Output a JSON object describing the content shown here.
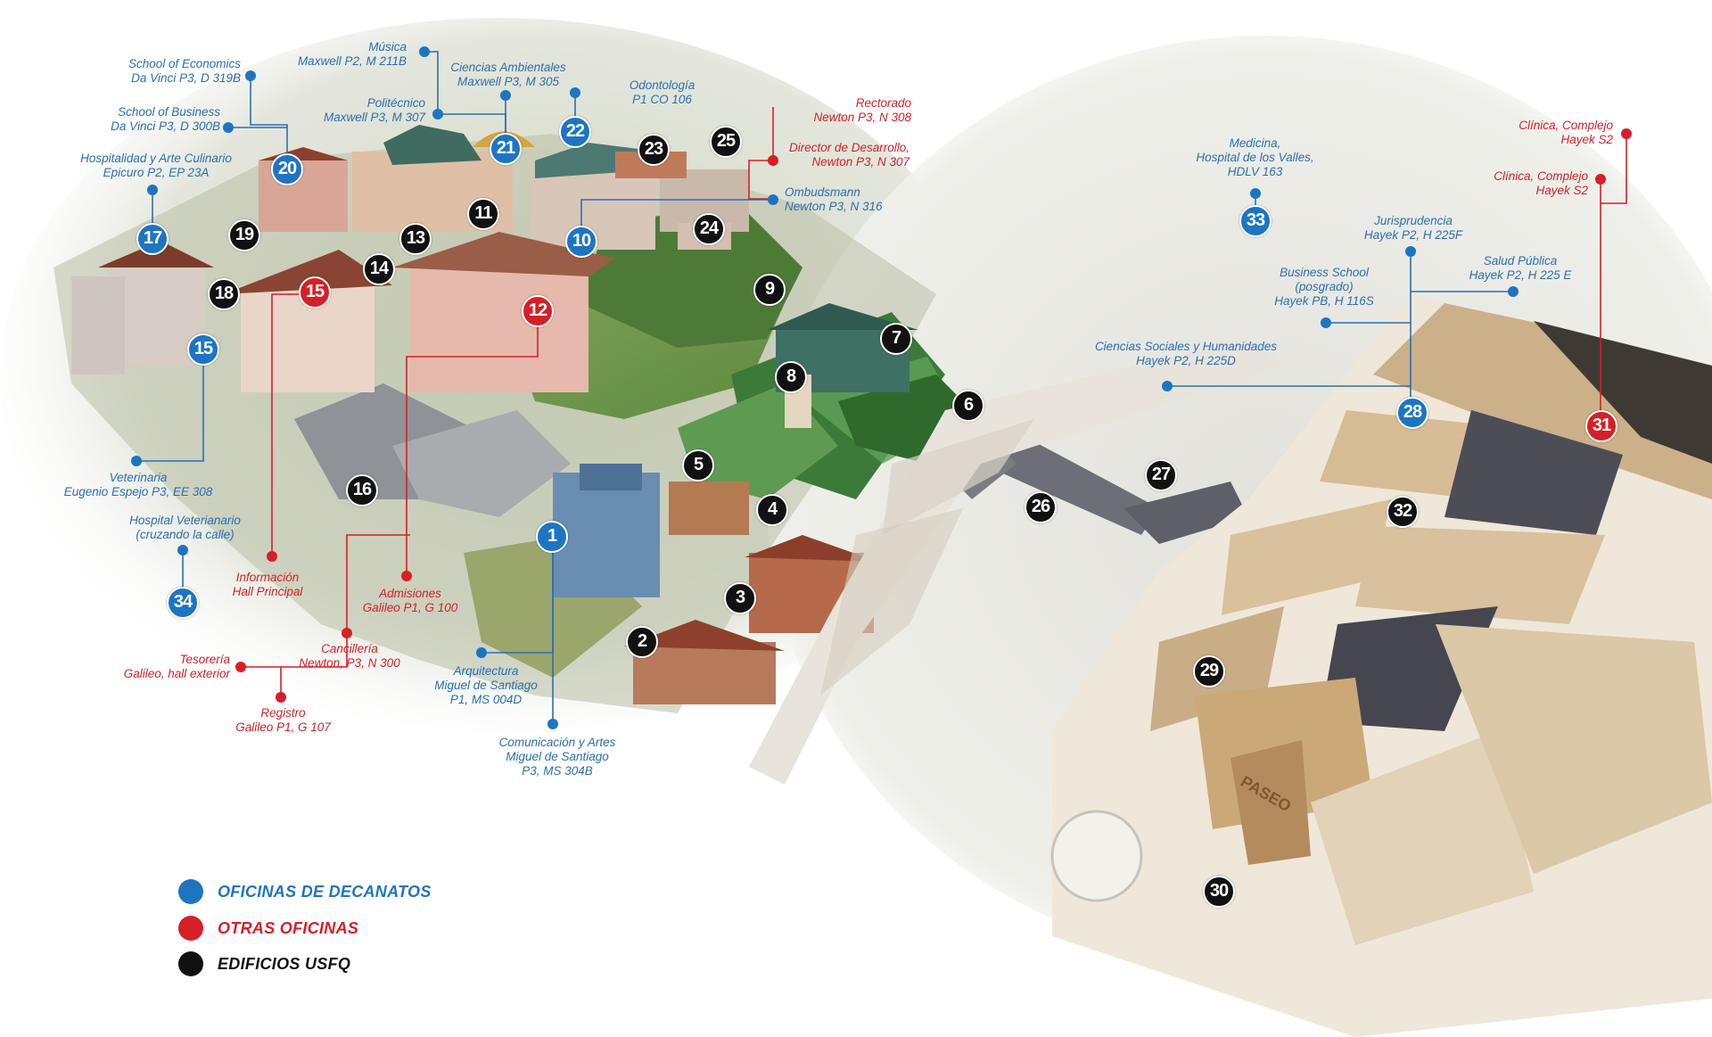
{
  "colors": {
    "decanato": "#1d75c2",
    "otras": "#d61f26",
    "edificio": "#111111",
    "label_blue": "#2a6fb1",
    "label_red": "#d61f26"
  },
  "legend": [
    {
      "label": "OFICINAS DE DECANATOS",
      "color": "#1d75c2"
    },
    {
      "label": "OTRAS OFICINAS",
      "color": "#d61f26"
    },
    {
      "label": "EDIFICIOS USFQ",
      "color": "#111111"
    }
  ],
  "markers": [
    {
      "number": "1",
      "type": "decanato"
    },
    {
      "number": "2",
      "type": "edificio"
    },
    {
      "number": "3",
      "type": "edificio"
    },
    {
      "number": "4",
      "type": "edificio"
    },
    {
      "number": "5",
      "type": "edificio"
    },
    {
      "number": "6",
      "type": "edificio"
    },
    {
      "number": "7",
      "type": "edificio"
    },
    {
      "number": "8",
      "type": "edificio"
    },
    {
      "number": "9",
      "type": "edificio"
    },
    {
      "number": "10",
      "type": "decanato"
    },
    {
      "number": "11",
      "type": "edificio"
    },
    {
      "number": "12",
      "type": "otras"
    },
    {
      "number": "13",
      "type": "edificio"
    },
    {
      "number": "14",
      "type": "edificio"
    },
    {
      "number": "15",
      "type": "decanato"
    },
    {
      "number": "15",
      "type": "otras"
    },
    {
      "number": "16",
      "type": "edificio"
    },
    {
      "number": "17",
      "type": "decanato"
    },
    {
      "number": "18",
      "type": "edificio"
    },
    {
      "number": "19",
      "type": "edificio"
    },
    {
      "number": "20",
      "type": "decanato"
    },
    {
      "number": "21",
      "type": "decanato"
    },
    {
      "number": "22",
      "type": "decanato"
    },
    {
      "number": "23",
      "type": "edificio"
    },
    {
      "number": "24",
      "type": "edificio"
    },
    {
      "number": "25",
      "type": "edificio"
    },
    {
      "number": "26",
      "type": "edificio"
    },
    {
      "number": "27",
      "type": "edificio"
    },
    {
      "number": "28",
      "type": "decanato"
    },
    {
      "number": "29",
      "type": "edificio"
    },
    {
      "number": "30",
      "type": "edificio"
    },
    {
      "number": "31",
      "type": "otras"
    },
    {
      "number": "32",
      "type": "edificio"
    },
    {
      "number": "33",
      "type": "decanato"
    },
    {
      "number": "34",
      "type": "decanato"
    }
  ],
  "labels": [
    {
      "lines": [
        "School of Economics",
        "Da Vinci P3, D 319B"
      ],
      "type": "decanato"
    },
    {
      "lines": [
        "School of Business",
        "Da Vinci P3, D 300B"
      ],
      "type": "decanato"
    },
    {
      "lines": [
        "Hospitalidad y Arte Culinario",
        "Epicuro P2, EP 23A"
      ],
      "type": "decanato"
    },
    {
      "lines": [
        "Música",
        "Maxwell P2, M 211B"
      ],
      "type": "decanato"
    },
    {
      "lines": [
        "Ciencias Ambientales",
        "Maxwell P3, M 305"
      ],
      "type": "decanato"
    },
    {
      "lines": [
        "Politécnico",
        "Maxwell P3, M 307"
      ],
      "type": "decanato"
    },
    {
      "lines": [
        "Odontología",
        "P1 CO 106"
      ],
      "type": "decanato"
    },
    {
      "lines": [
        "Rectorado",
        "Newton P3, N 308"
      ],
      "type": "otras"
    },
    {
      "lines": [
        "Director de Desarrollo,",
        "Newton P3, N 307"
      ],
      "type": "otras"
    },
    {
      "lines": [
        "Ombudsmann",
        "Newton P3, N 316"
      ],
      "type": "decanato"
    },
    {
      "lines": [
        "Medicina,",
        "Hospital de los Valles,",
        "HDLV 163"
      ],
      "type": "decanato"
    },
    {
      "lines": [
        "Clínica, Complejo",
        "Hayek S2"
      ],
      "type": "otras"
    },
    {
      "lines": [
        "Clínica, Complejo",
        "Hayek S2"
      ],
      "type": "otras"
    },
    {
      "lines": [
        "Jurisprudencia",
        "Hayek P2, H 225F"
      ],
      "type": "decanato"
    },
    {
      "lines": [
        "Salud Pública",
        "Hayek P2, H 225 E"
      ],
      "type": "decanato"
    },
    {
      "lines": [
        "Business School",
        "(posgrado)",
        "Hayek PB, H 116S"
      ],
      "type": "decanato"
    },
    {
      "lines": [
        "Ciencias Sociales y Humanidades",
        "Hayek P2, H 225D"
      ],
      "type": "decanato"
    },
    {
      "lines": [
        "Veterinaria",
        "Eugenio Espejo P3, EE 308"
      ],
      "type": "decanato"
    },
    {
      "lines": [
        "Hospital  Veterianario",
        "(cruzando la calle)"
      ],
      "type": "decanato"
    },
    {
      "lines": [
        "Información",
        "Hall Principal"
      ],
      "type": "otras"
    },
    {
      "lines": [
        "Admisiones",
        "Galileo P1, G 100"
      ],
      "type": "otras"
    },
    {
      "lines": [
        "Cancillería",
        "Newton, P3, N 300"
      ],
      "type": "otras"
    },
    {
      "lines": [
        "Tesorería",
        "Galileo, hall exterior"
      ],
      "type": "otras"
    },
    {
      "lines": [
        "Registro",
        "Galileo P1, G 107"
      ],
      "type": "otras"
    },
    {
      "lines": [
        "Arquitectura",
        "Miguel de Santiago",
        "P1, MS 004D"
      ],
      "type": "decanato"
    },
    {
      "lines": [
        "Comunicación y Artes",
        "Miguel de Santiago",
        "P3, MS 304B"
      ],
      "type": "decanato"
    }
  ],
  "map_text": {
    "paseo_sign": "PASEO"
  }
}
